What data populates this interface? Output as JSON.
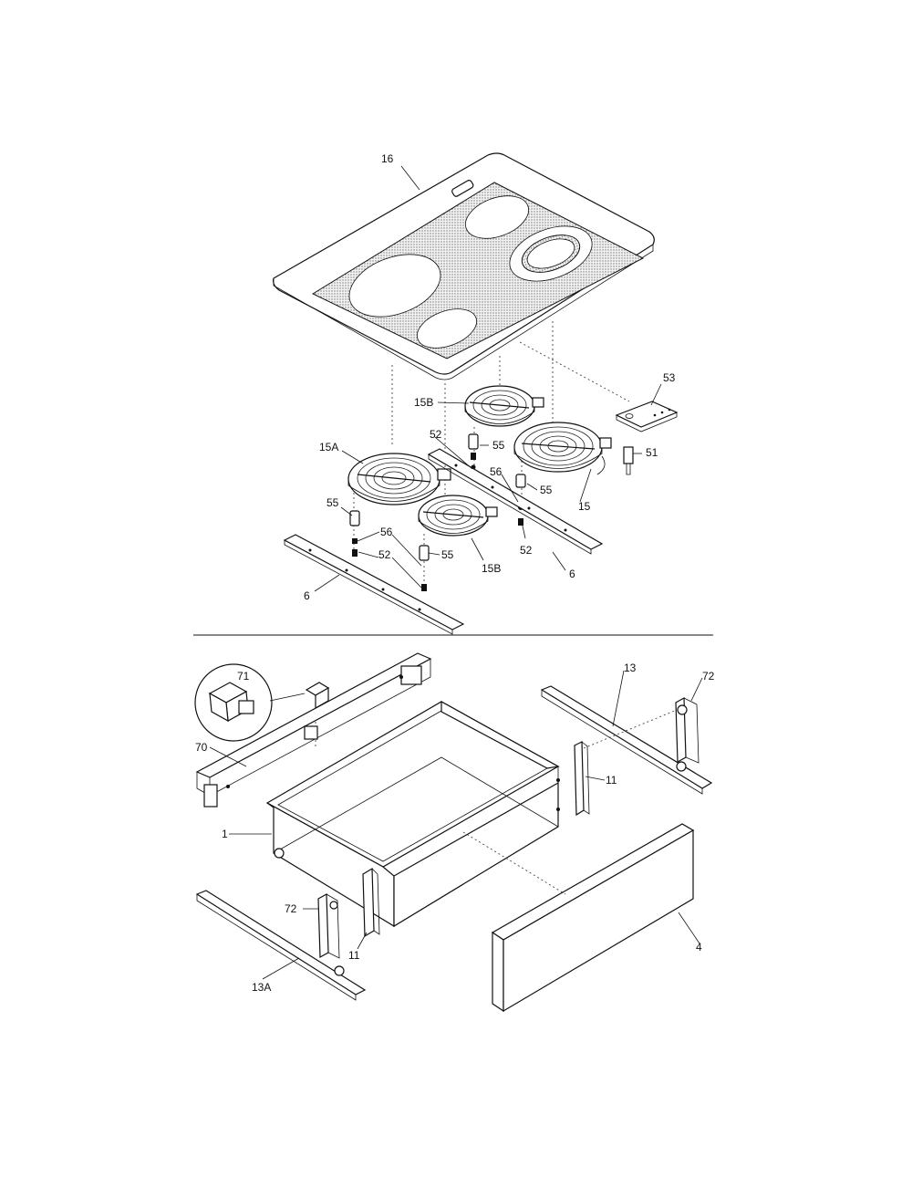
{
  "labels": {
    "cooktop_top": "16",
    "element_large_left": "15A",
    "element_small_rear": "15B",
    "element_small_front": "15B",
    "element_large_right": "15",
    "bracket_53": "53",
    "part_51": "51",
    "screw_52_top": "52",
    "screw_52_right": "52",
    "screw_52_left": "52",
    "spacer_55_center": "55",
    "spacer_55_right": "55",
    "spacer_55_left": "55",
    "spacer_55_front": "55",
    "clip_56_center": "56",
    "clip_56_left": "56",
    "rail_6_right": "6",
    "rail_6_left": "6",
    "latch_71": "71",
    "rail_70": "70",
    "slide_13": "13",
    "roller_72_right": "72",
    "bracket_11_right": "11",
    "drawer_1": "1",
    "roller_72_left": "72",
    "bracket_11_left": "11",
    "slide_13A": "13A",
    "drawer_front_4": "4"
  }
}
